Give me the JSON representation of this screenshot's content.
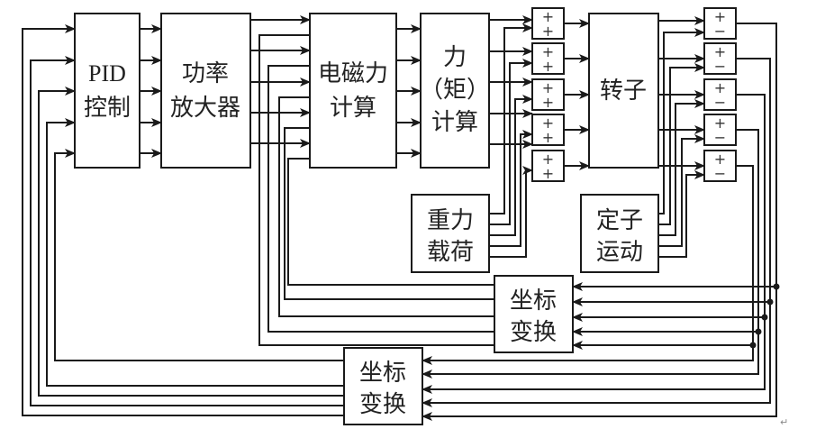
{
  "diagram": {
    "title": "",
    "blocks": {
      "pid": {
        "line1": "PID",
        "line2": "控制"
      },
      "amp": {
        "line1": "功率",
        "line2": "放大器"
      },
      "em": {
        "line1": "电磁力",
        "line2": "计算"
      },
      "force": {
        "line1": "力",
        "line2": "（矩）",
        "line3": "计算"
      },
      "rotor": {
        "line1": "转子"
      },
      "gravity": {
        "line1": "重力",
        "line2": "载荷"
      },
      "stator": {
        "line1": "定子",
        "line2": "运动"
      },
      "ct1": {
        "line1": "坐标",
        "line2": "变换"
      },
      "ct2": {
        "line1": "坐标",
        "line2": "变换"
      }
    },
    "sum_plus": {
      "top": "+",
      "bottom": "+",
      "count": 5
    },
    "sum_minus": {
      "top": "+",
      "bottom": "−",
      "count": 5
    },
    "channels": 5,
    "return_mark": "↵"
  }
}
